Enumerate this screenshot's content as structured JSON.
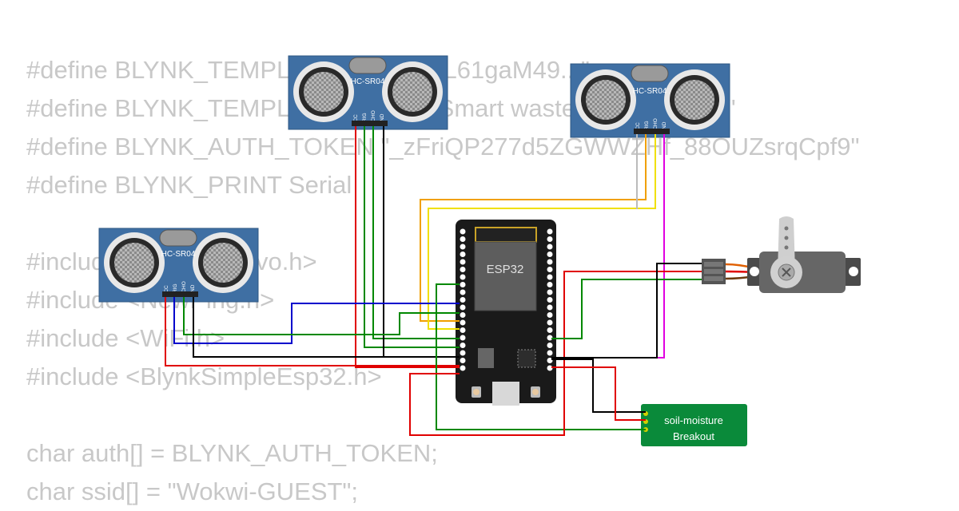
{
  "code_lines": [
    "#define BLYNK_TEMPLATE_ID \"TMPL61gaM49...\"",
    "#define BLYNK_TEMPLATE_NAME \"Smart waste management\"",
    "#define BLYNK_AUTH_TOKEN \"_zFriQP277d5ZGWWZHf_88OUZsrqCpf9\"",
    "#define BLYNK_PRINT Serial",
    "",
    "#include <ESP32Servo.h>",
    "#include <NewPing.h>",
    "#include <WiFi.h>",
    "#include <BlynkSimpleEsp32.h>",
    "",
    "char auth[] = BLYNK_AUTH_TOKEN;",
    "char ssid[] = \"Wokwi-GUEST\";"
  ],
  "sensors": [
    {
      "label": "HC-SR04",
      "pins": [
        "VCC",
        "TRIG",
        "ECHO",
        "GND"
      ]
    },
    {
      "label": "HC-SR04",
      "pins": [
        "VCC",
        "TRIG",
        "ECHO",
        "GND"
      ]
    },
    {
      "label": "HC-SR04",
      "pins": [
        "VCC",
        "TRIG",
        "ECHO",
        "GND"
      ]
    }
  ],
  "esp32": {
    "label": "ESP32"
  },
  "soil": {
    "line1": "soil-moisture",
    "line2": "Breakout"
  },
  "colors": {
    "board_blue": "#3f6fa3",
    "red": "#e00000",
    "green": "#008800",
    "black": "#000000",
    "blue": "#0000cc",
    "orange": "#f0a000",
    "yellow": "#f0e000",
    "magenta": "#e000e0",
    "soil_green": "#0a8a3a"
  }
}
